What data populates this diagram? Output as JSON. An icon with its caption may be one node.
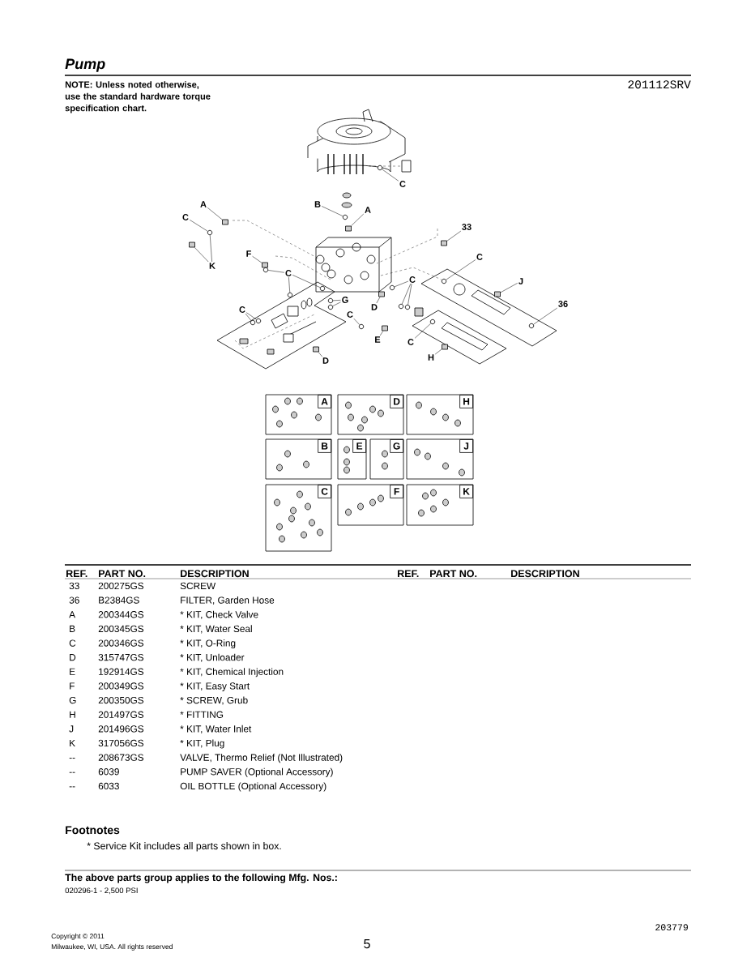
{
  "diagram": {
    "title": "Pump",
    "nodes": [
      {
        "text": [
          "C"
        ]
      },
      {
        "text": [
          "B"
        ]
      },
      {
        "text": [
          "A"
        ]
      },
      {
        "text": [
          "A"
        ]
      },
      {
        "text": [
          "C"
        ]
      },
      {
        "text": [
          "33"
        ]
      },
      {
        "text": [
          "F"
        ]
      },
      {
        "text": [
          "C"
        ]
      },
      {
        "text": [
          "K"
        ]
      },
      {
        "text": [
          "C"
        ]
      },
      {
        "text": [
          "C"
        ]
      },
      {
        "text": [
          "J"
        ]
      },
      {
        "text": [
          "G"
        ]
      },
      {
        "text": [
          "36"
        ]
      },
      {
        "text": [
          "D"
        ]
      },
      {
        "text": [
          "C"
        ]
      },
      {
        "text": [
          "C"
        ]
      },
      {
        "text": [
          "E"
        ]
      },
      {
        "text": [
          "C"
        ]
      },
      {
        "text": [
          "H"
        ]
      },
      {
        "text": [
          "D"
        ]
      },
      {
        "text": [
          "A"
        ]
      },
      {
        "text": [
          "D"
        ]
      },
      {
        "text": [
          "H"
        ]
      },
      {
        "text": [
          "B"
        ]
      },
      {
        "text": [
          "E"
        ]
      },
      {
        "text": [
          "G"
        ]
      },
      {
        "text": [
          "J"
        ]
      },
      {
        "text": [
          "C"
        ]
      },
      {
        "text": [
          "F"
        ]
      },
      {
        "text": [
          "K"
        ]
      },
      {
        "text": [],
        "shape": "circle"
      },
      {
        "text": [],
        "shape": "circle"
      },
      {
        "text": [],
        "shape": "box"
      },
      {
        "text": [],
        "shape": "box"
      },
      {
        "text": [],
        "shape": "circle"
      },
      {
        "text": [],
        "shape": "box"
      },
      {
        "text": [],
        "shape": "box"
      },
      {
        "text": [],
        "shape": "circle"
      },
      {
        "text": [],
        "shape": "box"
      },
      {
        "text": [],
        "shape": "circle"
      },
      {
        "text": [],
        "shape": "circle"
      },
      {
        "text": [],
        "shape": "circle"
      },
      {
        "text": [],
        "shape": "circle"
      },
      {
        "text": [],
        "shape": "circle"
      },
      {
        "text": [],
        "shape": "circle"
      },
      {
        "text": [],
        "shape": "box"
      },
      {
        "text": [],
        "shape": "circle"
      },
      {
        "text": [],
        "shape": "circle"
      },
      {
        "text": [],
        "shape": "circle"
      },
      {
        "text": [],
        "shape": "box"
      },
      {
        "text": [],
        "shape": "circle"
      },
      {
        "text": [],
        "shape": "circle"
      },
      {
        "text": [],
        "shape": "circle"
      },
      {
        "text": [],
        "shape": "box"
      },
      {
        "text": [],
        "shape": "circle"
      },
      {
        "text": [],
        "shape": "box"
      },
      {
        "text": [],
        "shape": "box"
      }
    ],
    "edges": [
      {
        "from": 0,
        "to": 31,
        "arrow": "none"
      },
      {
        "from": 1,
        "to": 32,
        "arrow": "none"
      },
      {
        "from": 2,
        "to": 33,
        "arrow": "none"
      },
      {
        "from": 3,
        "to": 34,
        "arrow": "none"
      },
      {
        "from": 4,
        "to": 35,
        "arrow": "none"
      },
      {
        "from": 5,
        "to": 36,
        "arrow": "none"
      },
      {
        "from": 6,
        "to": 37,
        "arrow": "none"
      },
      {
        "from": 7,
        "to": 38,
        "arrow": "none"
      },
      {
        "from": 8,
        "to": 39,
        "arrow": "none"
      },
      {
        "from": 8,
        "to": 35,
        "arrow": "none"
      },
      {
        "from": 9,
        "to": 40,
        "arrow": "none"
      },
      {
        "from": 9,
        "to": 41,
        "arrow": "none"
      },
      {
        "from": 9,
        "to": 42,
        "arrow": "none"
      },
      {
        "from": 10,
        "to": 43,
        "arrow": "none"
      },
      {
        "from": 10,
        "to": 44,
        "arrow": "none"
      },
      {
        "from": 10,
        "to": 45,
        "arrow": "none"
      },
      {
        "from": 11,
        "to": 46,
        "arrow": "none"
      },
      {
        "from": 12,
        "to": 47,
        "arrow": "none"
      },
      {
        "from": 12,
        "to": 48,
        "arrow": "none"
      },
      {
        "from": 13,
        "to": 49,
        "arrow": "none"
      },
      {
        "from": 14,
        "to": 50,
        "arrow": "none"
      },
      {
        "from": 15,
        "to": 51,
        "arrow": "none"
      },
      {
        "from": 15,
        "to": 52,
        "arrow": "none"
      },
      {
        "from": 16,
        "to": 53,
        "arrow": "none"
      },
      {
        "from": 17,
        "to": 54,
        "arrow": "none"
      },
      {
        "from": 18,
        "to": 55,
        "arrow": "none"
      },
      {
        "from": 19,
        "to": 56,
        "arrow": "none"
      },
      {
        "from": 20,
        "to": 57,
        "arrow": "none"
      }
    ],
    "labels": [
      "NOTE: Unless noted otherwise, use the standard hardware torque specification chart.",
      "201112SRV",
      "REF.",
      "PART NO.",
      "DESCRIPTION",
      "REF.",
      "PART NO.",
      "DESCRIPTION",
      "33",
      "200275GS",
      "SCREW",
      "36",
      "B2384GS",
      "FILTER, Garden Hose",
      "A",
      "200344GS",
      "* KIT, Check Valve",
      "B",
      "200345GS",
      "* KIT, Water Seal",
      "C",
      "200346GS",
      "* KIT, O-Ring",
      "D",
      "315747GS",
      "* KIT, Unloader",
      "E",
      "192914GS",
      "* KIT, Chemical Injection",
      "F",
      "200349GS",
      "* KIT, Easy Start",
      "G",
      "200350GS",
      "* SCREW, Grub",
      "H",
      "201497GS",
      "* FITTING",
      "J",
      "201496GS",
      "* KIT, Water Inlet",
      "K",
      "317056GS",
      "* KIT, Plug",
      "--",
      "208673GS",
      "VALVE, Thermo Relief (Not Illustrated)",
      "--",
      "6039",
      "PUMP SAVER (Optional Accessory)",
      "--",
      "6033",
      "OIL BOTTLE (Optional Accessory)",
      "Footnotes",
      "* Service Kit includes all parts shown in box.",
      "The above parts group applies to the following Mfg. Nos.:",
      "020296-1 - 2,500 PSI",
      "Copyright © 2011",
      "Milwaukee, WI, USA. All rights reserved",
      "5",
      "203779"
    ]
  }
}
